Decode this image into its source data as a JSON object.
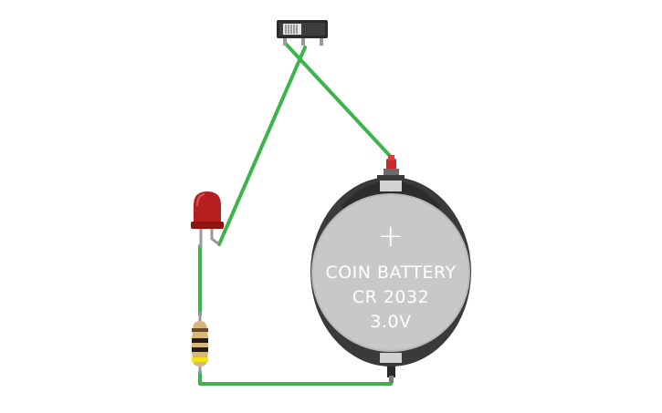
{
  "battery": {
    "line1": "COIN BATTERY",
    "line2": "CR 2032",
    "line3": "3.0V",
    "plus_symbol": "+"
  },
  "colors": {
    "wire": "#3cb44a",
    "battery_body": "#c8c8c8",
    "battery_holder": "#3a3a3a",
    "led": "#b51f1f",
    "switch": "#2a2a2a",
    "resistor": "#d9b77a"
  },
  "components": [
    "slide-switch",
    "red-led",
    "resistor",
    "coin-battery-holder"
  ]
}
